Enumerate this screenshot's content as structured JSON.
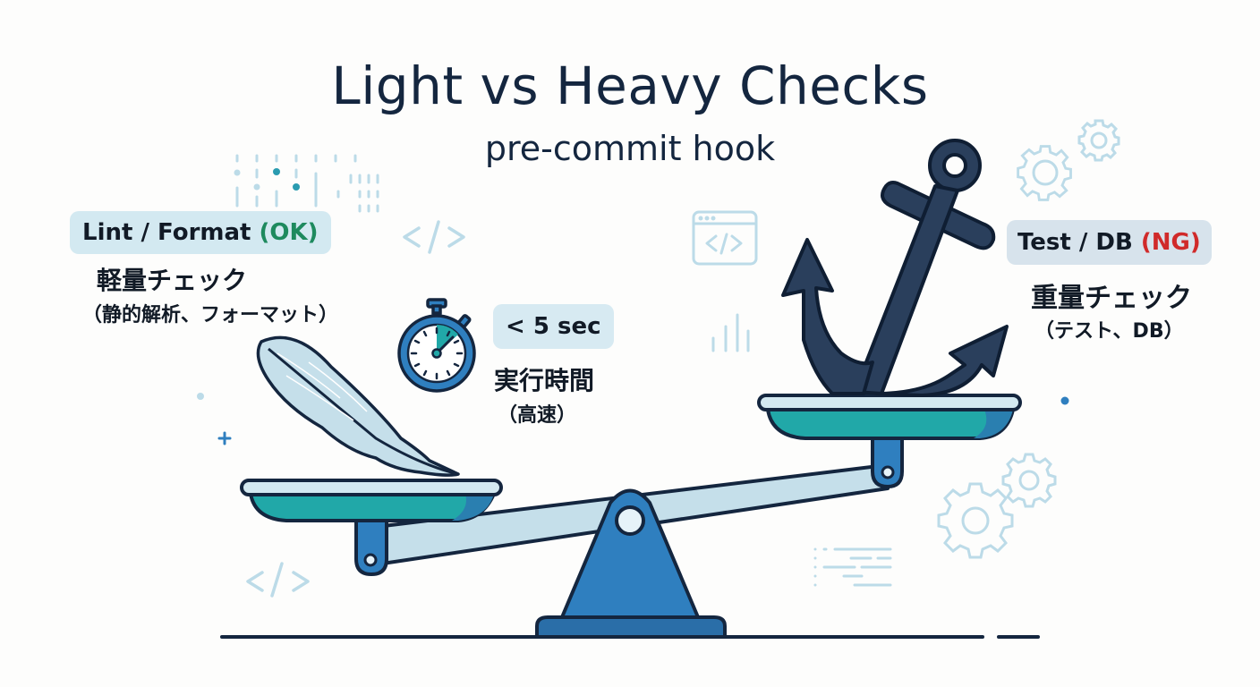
{
  "header": {
    "title": "Light vs Heavy Checks",
    "subtitle": "pre-commit hook"
  },
  "left": {
    "label": "Lint / Format",
    "status": "(OK)",
    "status_color": "#1e8a5e",
    "desc_line1": "軽量チェック",
    "desc_line2": "（静的解析、フォーマット）",
    "icon": "feather-icon"
  },
  "timer": {
    "label": "< 5 sec",
    "desc_line1": "実行時間",
    "desc_line2": "（高速）",
    "icon": "stopwatch-icon"
  },
  "right": {
    "label": "Test / DB",
    "status": "(NG)",
    "status_color": "#d02a2a",
    "desc_line1": "重量チェック",
    "desc_line2": "（テスト、DB）",
    "icon": "anchor-icon"
  },
  "decorations": [
    "code-brackets-icon",
    "browser-code-icon",
    "bar-chart-icon",
    "gear-icon",
    "list-lines-icon",
    "dot-grid-icon",
    "plus-icon"
  ],
  "colors": {
    "navy": "#14263f",
    "blue": "#2f7fbf",
    "teal": "#21a8a8",
    "light_blue": "#c5dfea",
    "decor": "#b9d7e6"
  }
}
